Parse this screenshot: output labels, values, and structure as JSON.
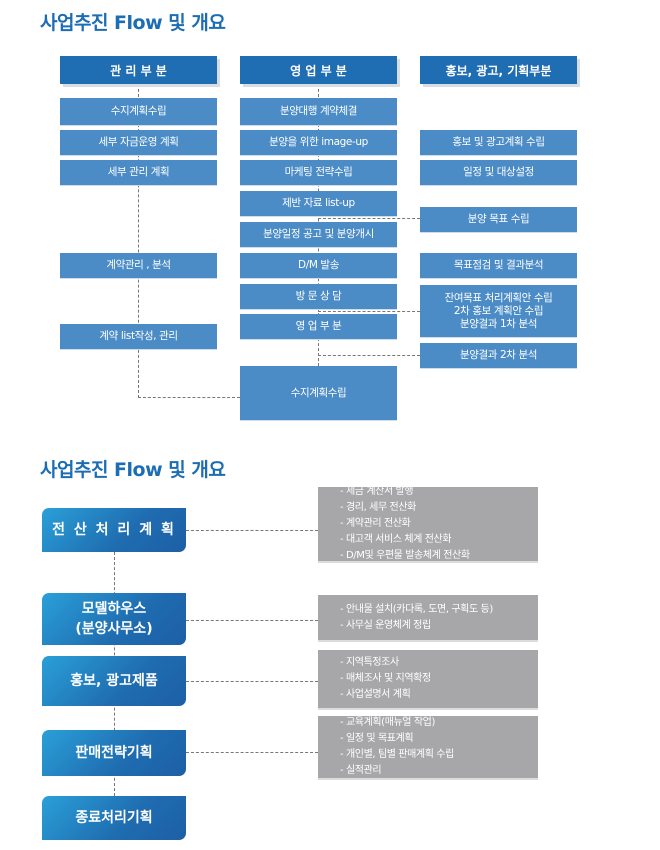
{
  "section1": {
    "title": "사업추진 Flow 및 개요",
    "headers": [
      "관 리 부 분",
      "영 업 부 분",
      "홍보, 광고, 기획부분"
    ],
    "management": [
      "수지계획수립",
      "세부 자금운영 계획",
      "세부 관리 계획",
      "계약관리 , 분석",
      "계약 list작성, 관리"
    ],
    "sales": [
      "분양대행 계약체결",
      "분양을 위한 image-up",
      "마케팅 전략수립",
      "제반 자료 list-up",
      "분양일정 공고 및 분양개시",
      "D/M 발송",
      "방 문 상 담",
      "영 업 부 분",
      "수지계획수립"
    ],
    "promo": [
      "홍보 및 광고계획 수립",
      "일정 및 대상설정",
      "분양 목표 수립",
      "목표점검 및 결과분석",
      "잔여목표 처리계획안 수립",
      "2차 홍보 계획안 수립",
      "분양결과 1차 분석",
      "분양결과 2차 분석"
    ]
  },
  "section2": {
    "title": "사업추진 Flow 및 개요",
    "steps": [
      {
        "label": "전 산 처 리 계 획",
        "details": [
          "- 세금 계산서 발행",
          "- 경리, 세무 전산화",
          "- 계약관리 전산화",
          "- 대고객 서비스 체계 전산화",
          "- D/M및 우편물 발송체계 전산화"
        ]
      },
      {
        "label": "모델하우스",
        "label2": "(분양사무소)",
        "details": [
          "- 안내물 설치(카다록, 도면, 구획도 등)",
          "- 사무실 운영체계 정립"
        ]
      },
      {
        "label": "홍보, 광고제품",
        "details": [
          "- 지역특정조사",
          "- 매체조사 및 지역확정",
          "- 사업설명서 계획"
        ]
      },
      {
        "label": "판매전략기획",
        "details": [
          "- 교육계획(매뉴얼 작업)",
          "- 일정 및 목표계획",
          "- 개인별, 팀별 판매계획 수립",
          "- 실적관리"
        ]
      },
      {
        "label": "종료처리기획"
      }
    ]
  },
  "colors": {
    "title": "#1c6db4",
    "header": "#1f6db2",
    "box": "#4b8cc7",
    "gray": "#a7a7aa"
  }
}
